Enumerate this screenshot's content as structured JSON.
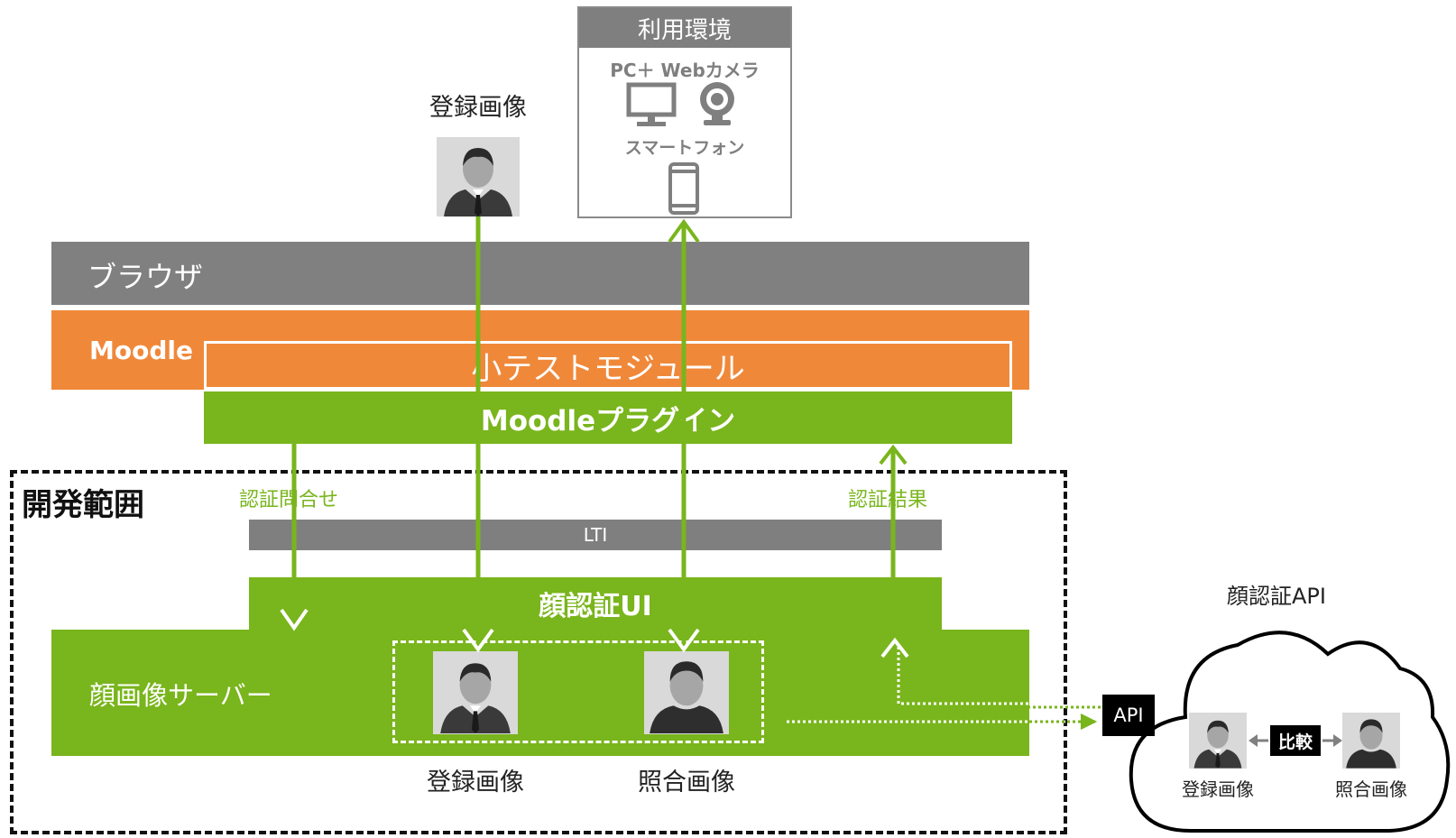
{
  "environment": {
    "title": "利用環境",
    "pc_label": "PC＋ Webカメラ",
    "phone_label": "スマートフォン",
    "icons": [
      "monitor-icon",
      "webcam-icon",
      "smartphone-icon"
    ]
  },
  "top_image_label": "登録画像",
  "browser_label": "ブラウザ",
  "moodle": {
    "label": "Moodle",
    "quiz_module": "小テストモジュール",
    "plugin": "Moodleプラグイン"
  },
  "dev_scope": {
    "title": "開発範囲",
    "auth_query": "認証問合せ",
    "auth_result": "認証結果",
    "lti": "LTI",
    "face_ui": "顔認証UI",
    "face_server": "顔画像サーバー",
    "registered_image": "登録画像",
    "query_image": "照合画像"
  },
  "api": {
    "cloud_title": "顔認証API",
    "badge": "API",
    "compare": "比較",
    "registered_image": "登録画像",
    "query_image": "照合画像"
  },
  "colors": {
    "green": "#79b51c",
    "orange": "#f0883a",
    "gray": "#808080",
    "lti_gray": "#7f7f7f",
    "black": "#000000"
  }
}
